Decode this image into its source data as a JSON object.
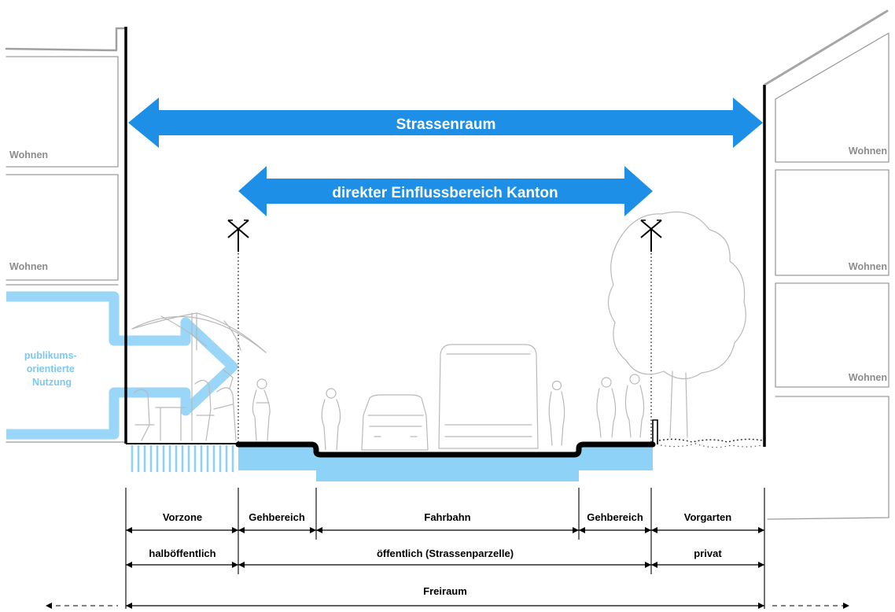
{
  "colors": {
    "accent": "#1e8fe6",
    "pale_blue": "#8ed2f7",
    "wall": "#000000",
    "building_line": "#9b9b9b",
    "building_label": "#8c8c8c",
    "arrow_text": "#ffffff"
  },
  "arrows": {
    "strassenraum": "Strassenraum",
    "kanton": "direkter Einflussbereich Kanton"
  },
  "left_building": {
    "floors": [
      "Wohnen",
      "Wohnen"
    ],
    "ground_use": "publikums-\norientierte\nNutzung"
  },
  "right_building": {
    "floors": [
      "Wohnen",
      "Wohnen",
      "Wohnen"
    ]
  },
  "zones": {
    "row1": [
      "Vorzone",
      "Gehbereich",
      "Fahrbahn",
      "Gehbereich",
      "Vorgarten"
    ],
    "row2": [
      "halböffentlich",
      "öffentlich (Strassenparzelle)",
      "privat"
    ],
    "row3": [
      "Freiraum"
    ]
  },
  "icons": [
    "street-lamp-icon",
    "tree-icon",
    "parasol-icon",
    "car-icon",
    "bus-icon",
    "pedestrian-icon",
    "cafe-table-icon"
  ]
}
